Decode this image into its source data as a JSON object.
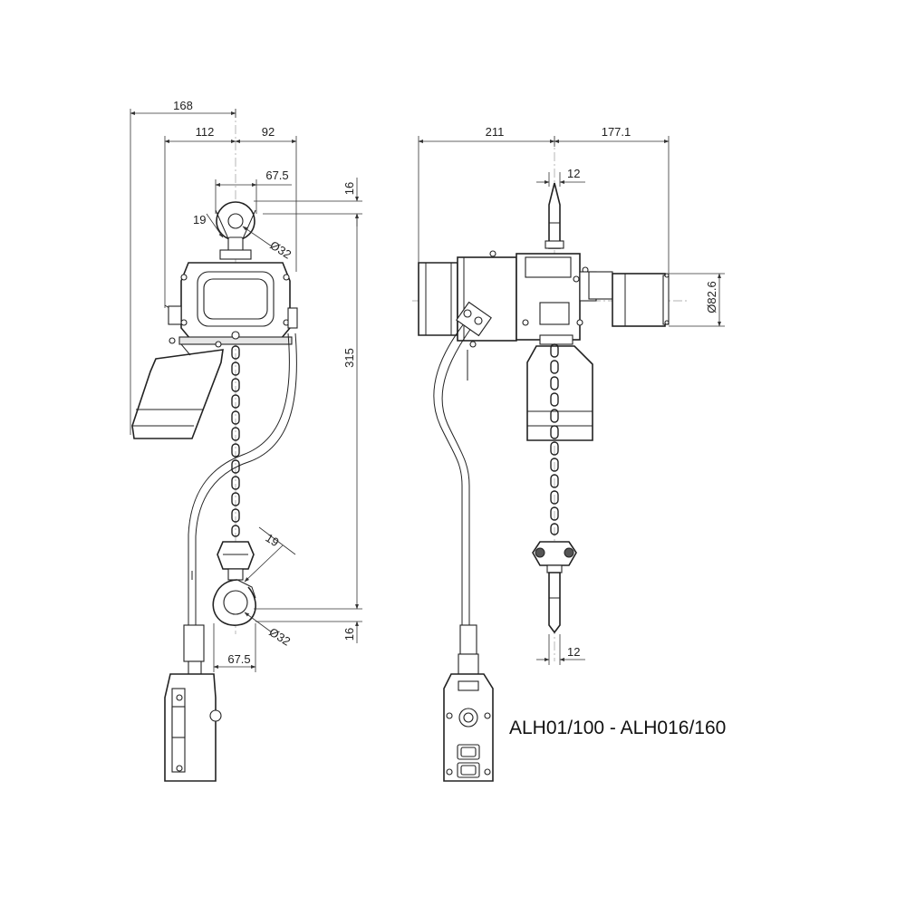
{
  "model_label": "ALH01/100 - ALH016/160",
  "side_view": {
    "dims": {
      "overall_width": "168",
      "left_width": "112",
      "right_width": "92",
      "top_hook_width": "67.5",
      "top_hook_angle": "19",
      "top_hook_diameter": "Ø32",
      "top_clearance": "16",
      "overall_height": "315",
      "bottom_hook_angle": "19",
      "bottom_hook_diameter": "Ø32",
      "bottom_hook_width": "67.5",
      "bottom_clearance": "16"
    }
  },
  "front_view": {
    "dims": {
      "left_width": "211",
      "right_width": "177.1",
      "chain_top_width": "12",
      "motor_diameter": "Ø82.6",
      "chain_bottom_width": "12"
    }
  }
}
